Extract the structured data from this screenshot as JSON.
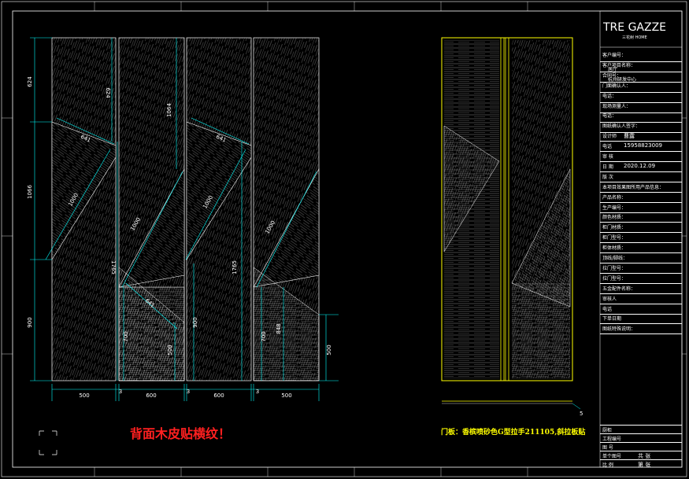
{
  "drawing": {
    "colors": {
      "background": "#000000",
      "frame": "#ffffff",
      "dimension": "#00ffff",
      "door_outline": "#ffff00",
      "note_red": "#ff2020",
      "note_yellow": "#ffff00"
    },
    "dimensions": {
      "left_vertical": [
        "624",
        "1066",
        "900"
      ],
      "panel_widths": [
        "500",
        "600",
        "600",
        "500"
      ],
      "gaps": [
        "3",
        "3",
        "3"
      ],
      "panel1": [
        "641",
        "1000"
      ],
      "panel2_top": "624",
      "panel2": [
        "1000",
        "1765",
        "641",
        "700",
        "500"
      ],
      "panel3_top": "1064",
      "panel3": [
        "641",
        "1000",
        "900",
        "1765"
      ],
      "panel4": [
        "1000",
        "700",
        "848",
        "500"
      ],
      "right_small": "5"
    },
    "notes": {
      "red": "背面木皮贴横纹！",
      "yellow": "门板：香槟喷砂色G型拉手211105,斜拉板贴"
    }
  },
  "title_block": {
    "logo": "TRE GAZZE",
    "logo_sub": "三花树 HOME",
    "rows": [
      {
        "label": "客户编号：",
        "value": ""
      },
      {
        "label": "客户项目名称：",
        "value": "居厅"
      },
      {
        "label": "合同号：",
        "value": "杭州研发中心"
      },
      {
        "label": "门面确认人：",
        "value": ""
      },
      {
        "label": "电话：",
        "value": ""
      },
      {
        "label": "现场测量人：",
        "value": ""
      },
      {
        "label": "电话：",
        "value": ""
      },
      {
        "label": "图纸确认人签字：",
        "value": ""
      },
      {
        "label": "设计师",
        "value": "曹露"
      },
      {
        "label": "电话",
        "value": "15958823009"
      },
      {
        "label": "审 核",
        "value": ""
      },
      {
        "label": "日 期",
        "value": "2020.12.09"
      },
      {
        "label": "版 次",
        "value": ""
      },
      {
        "label": "本项目效果图所用产品信息：",
        "value": ""
      },
      {
        "label": "产品名称：",
        "value": ""
      },
      {
        "label": "生产编号：",
        "value": ""
      },
      {
        "label": "颜色材质：",
        "value": ""
      },
      {
        "label": "柜门材质：",
        "value": ""
      },
      {
        "label": "柜门型号：",
        "value": ""
      },
      {
        "label": "柜体材质：",
        "value": ""
      },
      {
        "label": "顶线/脚线：",
        "value": ""
      },
      {
        "label": "拉门型号：",
        "value": ""
      },
      {
        "label": "拉门型号：",
        "value": ""
      },
      {
        "label": "五金配件名称：",
        "value": ""
      },
      {
        "label": "审核人",
        "value": ""
      },
      {
        "label": "电话",
        "value": ""
      },
      {
        "label": "下单日期",
        "value": ""
      },
      {
        "label": "图纸特殊说明：",
        "value": ""
      }
    ],
    "bottom_rows": [
      {
        "label": "厨柜",
        "value": ""
      },
      {
        "label": "工程编号",
        "value": ""
      },
      {
        "label": "图 号",
        "value": ""
      },
      {
        "label": "单个图号",
        "value": "共 张"
      },
      {
        "label": "比 例",
        "value": "第 张"
      }
    ]
  }
}
